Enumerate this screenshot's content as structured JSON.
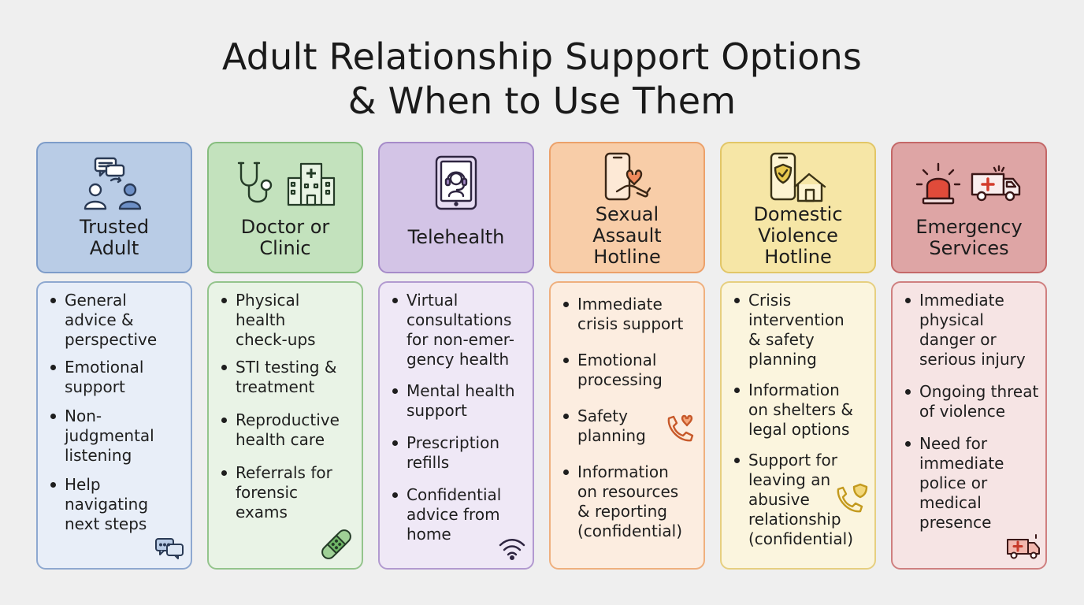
{
  "title": {
    "line1": "Adult Relationship Support Options",
    "line2": "& When to Use Them"
  },
  "columns": [
    {
      "id": "trusted-adult",
      "label": "Trusted\nAdult",
      "header_icons": [
        "chat-bubbles-icon",
        "two-people-icon"
      ],
      "corner_icon": "chat-bubbles-icon",
      "colors": {
        "header_bg": "#b9cce6",
        "header_border": "#7d9cc9",
        "body_bg": "#e8eef8",
        "body_border": "#8ea8d0"
      },
      "items": [
        "General\nadvice &\nperspective",
        "Emotional\nsupport",
        "Non-\njudgmental\nlistening",
        "Help\nnavigating\nnext steps"
      ]
    },
    {
      "id": "doctor-clinic",
      "label": "Doctor or\nClinic",
      "header_icons": [
        "stethoscope-icon",
        "hospital-icon"
      ],
      "corner_icon": "bandage-icon",
      "colors": {
        "header_bg": "#c3e2bd",
        "header_border": "#86bd7e",
        "body_bg": "#e9f3e6",
        "body_border": "#94c48c"
      },
      "items": [
        "Physical\nhealth\ncheck-ups",
        "STI testing &\ntreatment",
        "Reproductive\nhealth care",
        "Referrals for\nforensic\nexams"
      ]
    },
    {
      "id": "telehealth",
      "label": "Telehealth",
      "header_icons": [
        "tablet-headset-icon"
      ],
      "corner_icon": "wifi-icon",
      "colors": {
        "header_bg": "#d3c4e6",
        "header_border": "#a68bc9",
        "body_bg": "#efe8f6",
        "body_border": "#b29ad0"
      },
      "items": [
        "Virtual\nconsultations\nfor non-emer-\ngency health",
        "Mental health\nsupport",
        "Prescription\nrefills",
        "Confidential\nadvice from\nhome"
      ]
    },
    {
      "id": "sexual-assault-hotline",
      "label": "Sexual\nAssault\nHotline",
      "header_icons": [
        "phone-heart-hand-icon"
      ],
      "corner_icon": "phone-heart-icon",
      "colors": {
        "header_bg": "#f8cda8",
        "header_border": "#eca16a",
        "body_bg": "#fcede0",
        "body_border": "#efb07e"
      },
      "items": [
        "Immediate\ncrisis support",
        "Emotional\nprocessing",
        "Safety\nplanning",
        "Information\non resources\n& reporting\n(confidential)"
      ]
    },
    {
      "id": "domestic-violence-hotline",
      "label": "Domestic\nViolence\nHotline",
      "header_icons": [
        "phone-shield-house-icon"
      ],
      "corner_icon": "phone-shield-icon",
      "colors": {
        "header_bg": "#f6e6a6",
        "header_border": "#e2c667",
        "body_bg": "#fbf5de",
        "body_border": "#e6cf80"
      },
      "items": [
        "Crisis\nintervention\n& safety\nplanning",
        "Information\non shelters &\nlegal options",
        "Support for\nleaving an\nabusive\nrelationship\n(confidential)"
      ]
    },
    {
      "id": "emergency-services",
      "label": "Emergency\nServices",
      "header_icons": [
        "siren-icon",
        "ambulance-icon"
      ],
      "corner_icon": "ambulance-icon",
      "colors": {
        "header_bg": "#dea5a5",
        "header_border": "#c46868",
        "body_bg": "#f6e4e4",
        "body_border": "#cf8080"
      },
      "items": [
        "Immediate\nphysical\ndanger or\nserious injury",
        "Ongoing threat\nof violence",
        "Need for\nimmediate\npolice or\nmedical\npresence"
      ]
    }
  ]
}
